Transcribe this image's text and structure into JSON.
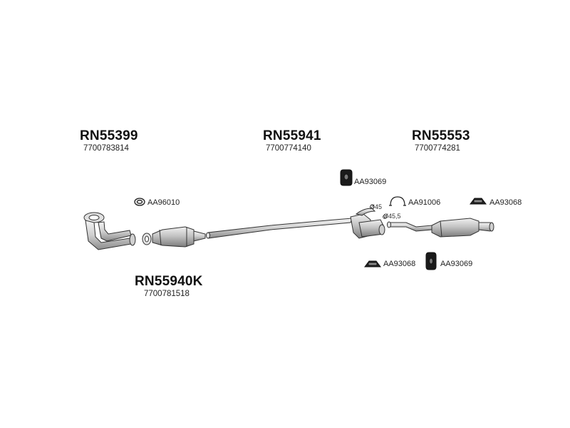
{
  "assemblies": [
    {
      "code": "RN55399",
      "number": "7700783814"
    },
    {
      "code": "RN55941",
      "number": "7700774140"
    },
    {
      "code": "RN55553",
      "number": "7700774281"
    },
    {
      "code": "RN55940K",
      "number": "7700781518"
    }
  ],
  "fittings": [
    {
      "code": "AA93069",
      "icon": "rubber-hanger-icon"
    },
    {
      "code": "AA96010",
      "icon": "gasket-icon"
    },
    {
      "code": "AA91006",
      "icon": "clamp-icon"
    },
    {
      "code": "AA93068",
      "icon": "mounting-bracket-icon"
    },
    {
      "code": "AA93068",
      "icon": "mounting-bracket-icon"
    },
    {
      "code": "AA93069",
      "icon": "rubber-hanger-icon"
    }
  ],
  "dimensions": [
    "Ø45",
    "Ø45,5"
  ],
  "colors": {
    "line": "#333333",
    "fill": "#d8d8d8",
    "shade": "#a9a9a9"
  }
}
